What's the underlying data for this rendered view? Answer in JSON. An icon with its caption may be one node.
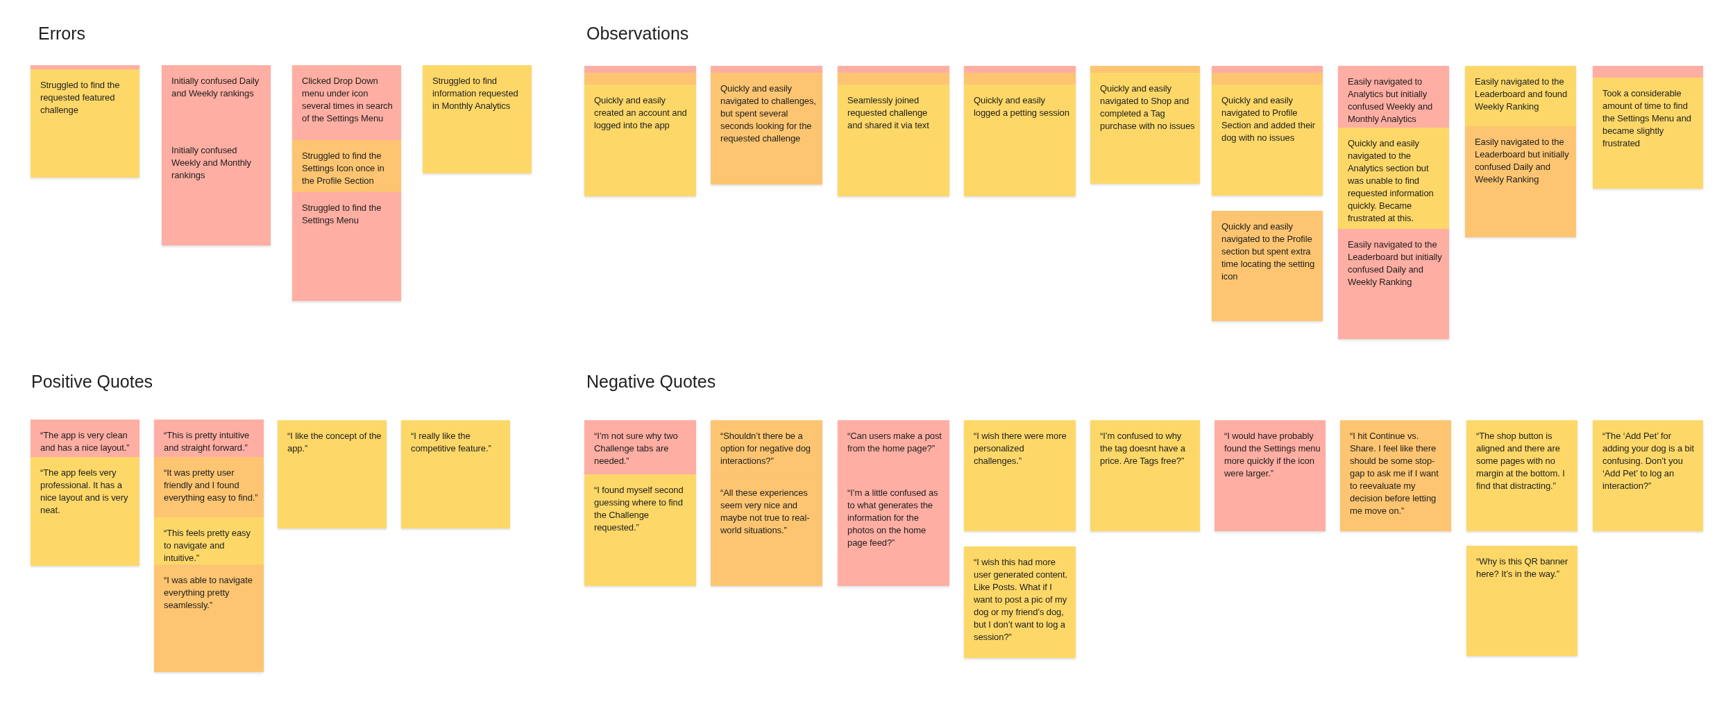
{
  "diagram": {
    "nodes": [
      {
        "text": [
          "Struggled to find the requested featured challenge"
        ]
      },
      {
        "text": [
          "Initially confused Daily and Weekly rankings"
        ]
      },
      {
        "text": [
          "Initially confused Weekly and Monthly rankings"
        ]
      },
      {
        "text": [
          "Clicked Drop Down menu under icon several times in search of the Settings Menu"
        ]
      },
      {
        "text": [
          "Struggled to find the Settings Icon once in the Profile Section"
        ]
      },
      {
        "text": [
          "Struggled to find the Settings Menu"
        ]
      },
      {
        "text": [
          "Struggled to find information requested in Monthly Analytics"
        ]
      },
      {
        "text": [
          "Quickly and easily created an account and logged into the app"
        ]
      },
      {
        "text": [
          "Quickly and easily navigated to challenges, but spent several seconds looking for the requested challenge"
        ]
      },
      {
        "text": [
          "Seamlessly joined requested challenge and shared it via text"
        ]
      },
      {
        "text": [
          "Quickly and easily logged a petting session"
        ]
      },
      {
        "text": [
          "Quickly and easily navigated to Shop and completed a Tag purchase with no issues"
        ]
      },
      {
        "text": [
          "Quickly and easily navigated to Profile Section and added their dog with no issues"
        ]
      },
      {
        "text": [
          "Quickly and easily navigated to the Profile section but spent extra time locating the setting icon"
        ]
      },
      {
        "text": [
          "Easily navigated to Analytics but initially confused Weekly and Monthly Analytics"
        ]
      },
      {
        "text": [
          "Quickly and easily navigated to the Analytics section but was unable to find requested information quickly. Became frustrated at this."
        ]
      },
      {
        "text": [
          "Easily navigated to the Leaderboard but initially confused Daily and Weekly Ranking"
        ]
      },
      {
        "text": [
          "Easily navigated to the Leaderboard and found Weekly Ranking"
        ]
      },
      {
        "text": [
          "Easily navigated to the Leaderboard but initially confused Daily and Weekly Ranking"
        ]
      },
      {
        "text": [
          "Took a considerable amount of time to find the Settings Menu and became slightly frustrated"
        ]
      },
      {
        "text": [
          "“The app is very clean and has a nice layout.”"
        ]
      },
      {
        "text": [
          "“The app feels very professional. It has a nice layout and is very neat."
        ]
      },
      {
        "text": [
          "“This is pretty intuitive and straight forward.”"
        ]
      },
      {
        "text": [
          "“It was pretty user friendly and I found everything easy to find.”"
        ]
      },
      {
        "text": [
          "“This feels pretty easy to navigate and intuitive.”"
        ]
      },
      {
        "text": [
          "“I was able to navigate everything pretty seamlessly.”"
        ]
      },
      {
        "text": [
          "“I like the concept of the app.”"
        ]
      },
      {
        "text": [
          "“I really like the competitive feature.”"
        ]
      },
      {
        "text": [
          "“I’m not sure why two Challenge tabs are needed.”"
        ]
      },
      {
        "text": [
          "“I found myself second guessing where to find the Challenge requested.”"
        ]
      },
      {
        "text": [
          "“Shouldn’t there be a option for negative dog interactions?”"
        ]
      },
      {
        "text": [
          "“All these experiences seem very nice and maybe not true to real-world situations.”"
        ]
      },
      {
        "text": [
          "“Can users make a post from the home page?”"
        ]
      },
      {
        "text": [
          "“I’m a little confused as to what generates the information for the photos on the home page feed?”"
        ]
      },
      {
        "text": [
          "“I wish there were more personalized challenges.”"
        ]
      },
      {
        "text": [
          "“I wish this had more user generated content. Like Posts. What if I want to post a pic of my dog or my friend’s dog, but I don’t want to log a session?”"
        ]
      },
      {
        "text": [
          "“I’m confused to why the tag doesnt have a price. Are Tags free?”"
        ]
      },
      {
        "text": [
          "“I would have probably found the Settings menu more quickly if the icon were larger.”"
        ]
      },
      {
        "text": [
          "“I hit Continue vs. Share. I feel like there should be some stop-gap to ask me if I want to reevaluate my decision before letting me move on.”"
        ]
      },
      {
        "text": [
          "“The shop button is aligned and there are some pages with no margin at the bottom. I find that distracting.”"
        ]
      },
      {
        "text": [
          "“Why is this QR banner here? It’s in the way.”"
        ]
      },
      {
        "text": [
          "“The ‘Add Pet’ for adding your dog is a bit confusing. Don’t you ‘Add Pet’ to log an interaction?”"
        ]
      }
    ],
    "labels": [
      "Errors",
      "Observations",
      "Positive Quotes",
      "Negative Quotes"
    ]
  }
}
